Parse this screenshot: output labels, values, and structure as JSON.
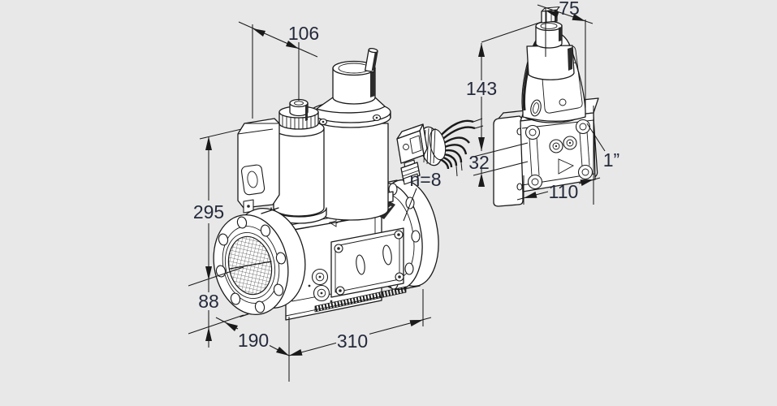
{
  "canvas": {
    "background": "#e8e8e8",
    "line_color": "#1a1a1a",
    "dimension_text_color": "#242a3b"
  },
  "dims": {
    "left": {
      "top_width": "106",
      "height_above_axis": "295",
      "axis_to_base": "88",
      "inlet_depth": "190",
      "overall_length": "310",
      "flange_bolt_count": "n=8"
    },
    "right": {
      "top_width": "75",
      "height": "143",
      "body_offset": "32",
      "body_length": "110",
      "connection_size": "1”"
    }
  }
}
